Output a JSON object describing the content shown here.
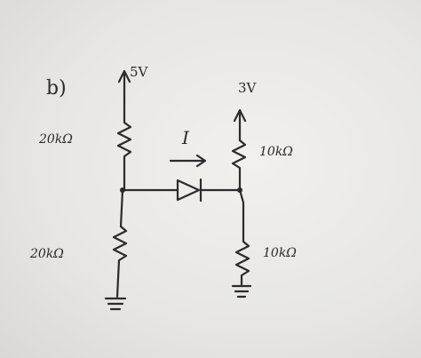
{
  "part_label": "b)",
  "supply_left": "5V",
  "supply_right": "3V",
  "resistor_top_left": "20kΩ",
  "resistor_bottom_left": "20kΩ",
  "resistor_top_right": "10kΩ",
  "resistor_bottom_right": "10kΩ",
  "current_label": "I",
  "colors": {
    "ink": "#2b2b2b",
    "paper": "#ecebe7"
  }
}
